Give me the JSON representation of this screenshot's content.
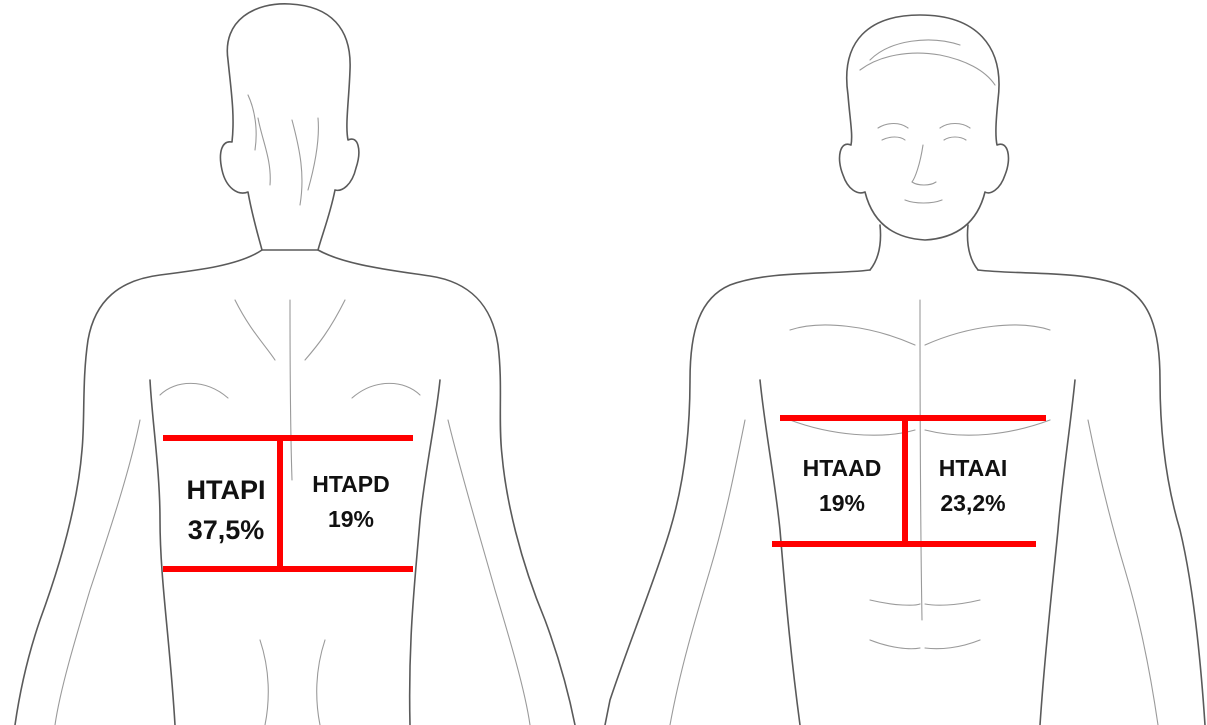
{
  "figure": {
    "back_view": {
      "left_region": {
        "code": "HTAPI",
        "percent": "37,5%"
      },
      "right_region": {
        "code": "HTAPD",
        "percent": "19%"
      }
    },
    "front_view": {
      "left_region": {
        "code": "HTAAD",
        "percent": "19%"
      },
      "right_region": {
        "code": "HTAAI",
        "percent": "23,2%"
      }
    },
    "colors": {
      "marker": "#ff0000",
      "outline": "#5a5a5a",
      "background": "#ffffff"
    }
  }
}
